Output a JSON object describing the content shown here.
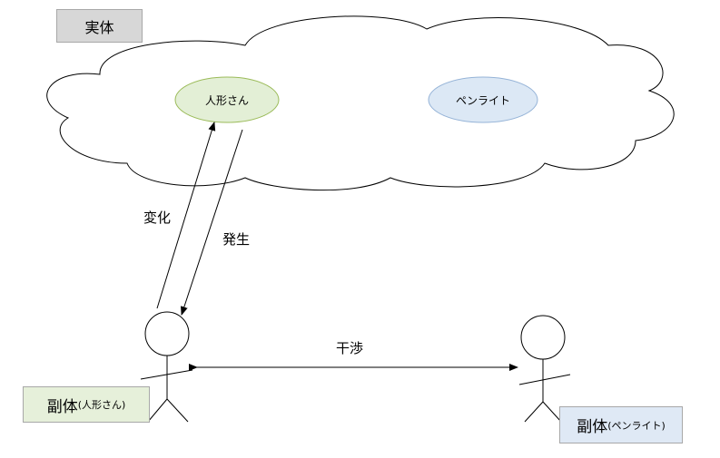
{
  "real_entity_label": "実体",
  "nodes": {
    "doll": "人形さん",
    "penlight": "ペンライト"
  },
  "arrows": {
    "change": "変化",
    "occur": "発生",
    "interference": "干渉"
  },
  "sub_entities": [
    {
      "main": "副体",
      "paren": "(人形さん)"
    },
    {
      "main": "副体",
      "paren": "(ペンライト)"
    }
  ],
  "colors": {
    "doll_fill": "#e3efd6",
    "doll_stroke": "#9bbb59",
    "penlight_fill": "#dce8f5",
    "penlight_stroke": "#95b3d7"
  }
}
